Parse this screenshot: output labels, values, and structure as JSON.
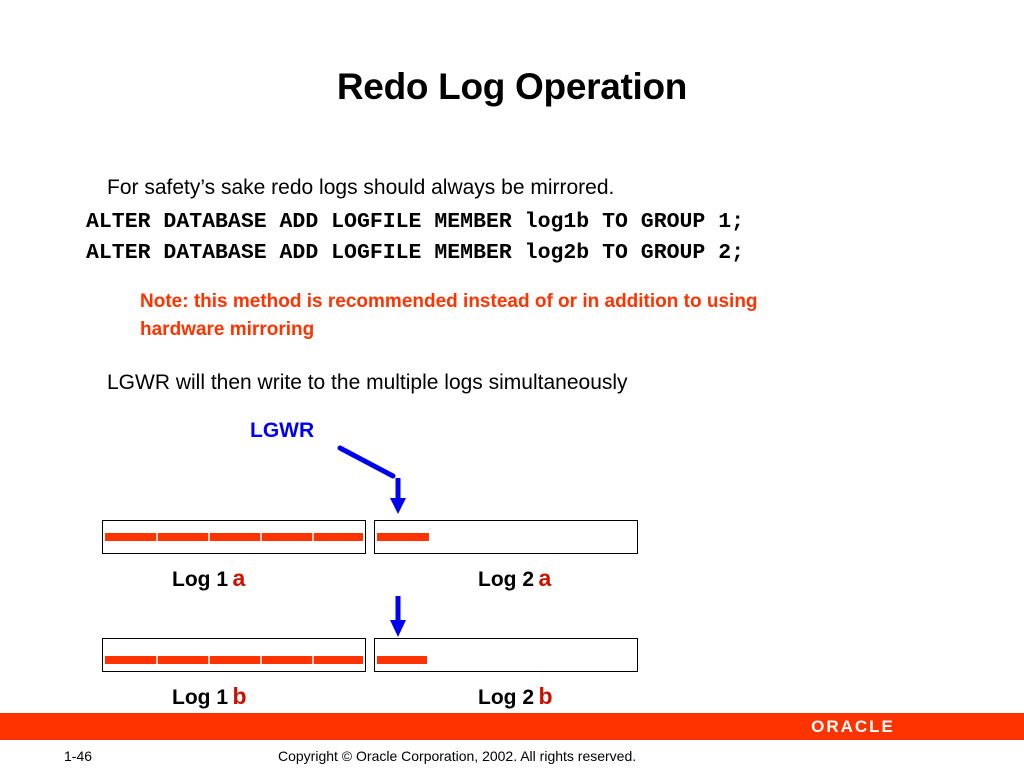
{
  "slide": {
    "title": "Redo Log Operation",
    "intro": "For safety’s sake redo logs should always be mirrored.",
    "sql_lines": [
      "ALTER DATABASE ADD LOGFILE MEMBER log1b TO GROUP 1;",
      "ALTER DATABASE ADD LOGFILE MEMBER log2b TO GROUP 2;"
    ],
    "note_line1": "Note: this method is recommended instead of or in addition to using",
    "note_line2": "hardware mirroring",
    "lgwr_sentence": "LGWR will then write to the multiple logs simultaneously"
  },
  "diagram": {
    "process_label": "LGWR",
    "logs": {
      "log1a": {
        "name": "Log 1",
        "member": "a"
      },
      "log2a": {
        "name": "Log 2",
        "member": "a"
      },
      "log1b": {
        "name": "Log 1",
        "member": "b"
      },
      "log2b": {
        "name": "Log 2",
        "member": "b"
      }
    }
  },
  "footer": {
    "page_number": "1-46",
    "copyright": "Copyright © Oracle Corporation, 2002. All rights reserved.",
    "logo_text": "ORACLE"
  },
  "colors": {
    "accent": "#ff3300",
    "member_label": "#cc1100",
    "process": "#0000ee"
  }
}
